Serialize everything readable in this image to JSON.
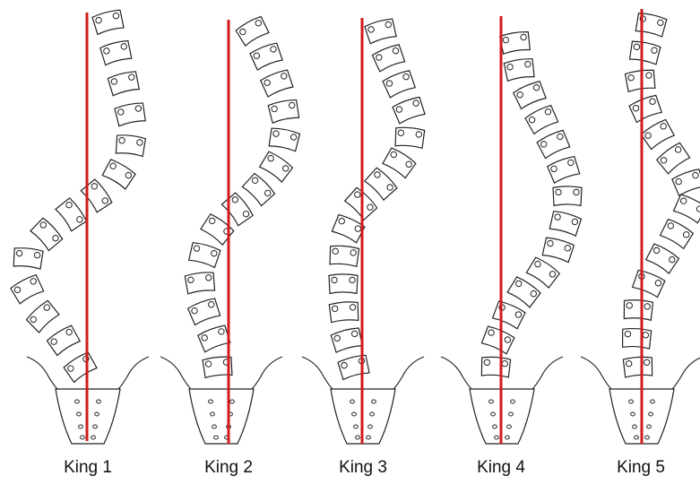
{
  "figure": {
    "colors": {
      "plumb_line": "#d11a1a",
      "outline": "#222222",
      "fill": "#ffffff",
      "background": "#ffffff"
    },
    "curves": [
      {
        "label": "King 1"
      },
      {
        "label": "King 2"
      },
      {
        "label": "King 3"
      },
      {
        "label": "King 4"
      },
      {
        "label": "King 5"
      }
    ]
  }
}
